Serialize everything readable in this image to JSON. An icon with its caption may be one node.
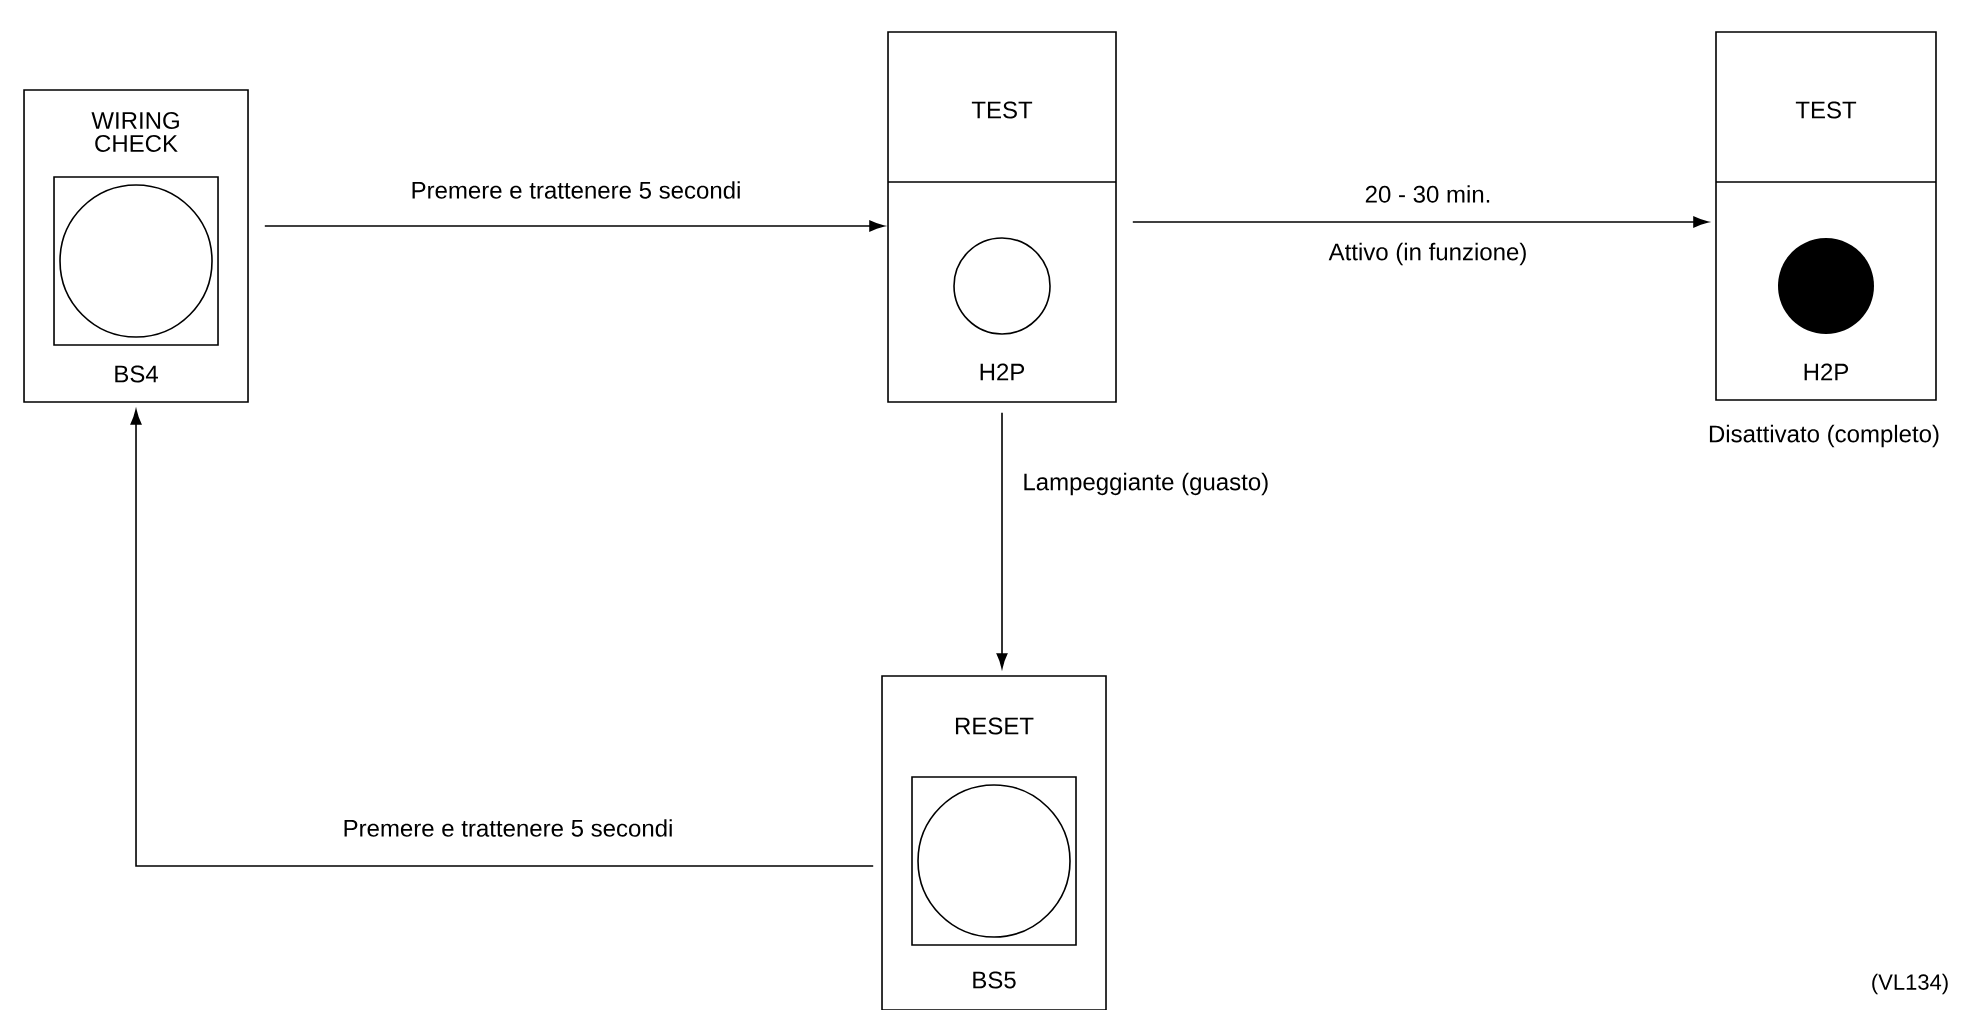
{
  "diagram": {
    "nodes": [
      {
        "text": [
          "WIRING CHECK",
          "BS4"
        ]
      },
      {
        "text": [
          "TEST",
          "H2P"
        ]
      },
      {
        "text": [
          "TEST",
          "H2P"
        ],
        "beside": [
          "Disattivato (completo)"
        ]
      },
      {
        "text": [
          "RESET",
          "BS5"
        ]
      }
    ],
    "edges": [
      {
        "from": 0,
        "to": 1,
        "arrow": "to",
        "label": "Premere e trattenere 5 secondi"
      },
      {
        "from": 1,
        "to": 2,
        "arrow": "to",
        "label": "20 - 30 min."
      },
      {
        "from": 1,
        "to": 3,
        "arrow": "to",
        "label": "Lampeggiante (guasto)"
      },
      {
        "from": 3,
        "to": 0,
        "arrow": "to",
        "label": "Premere e trattenere 5 secondi"
      }
    ],
    "labels": [
      "Attivo (in funzione)",
      "(VL134)"
    ]
  }
}
